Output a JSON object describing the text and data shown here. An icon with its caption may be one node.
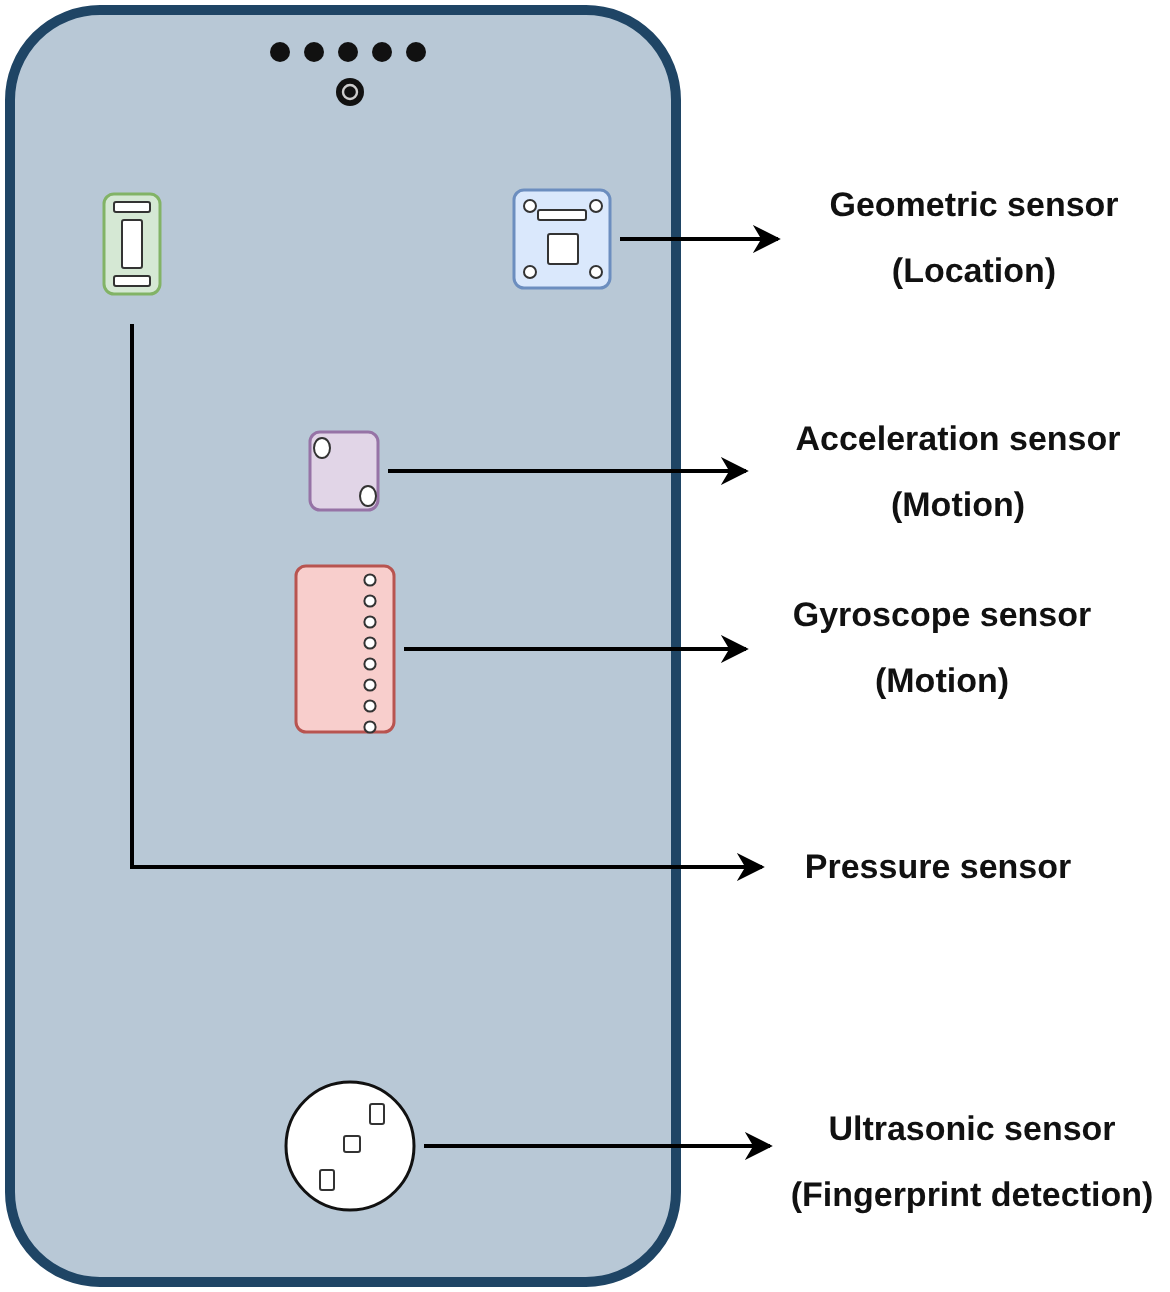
{
  "diagram": {
    "nodes": [
      {
        "text": [],
        "shape": "box"
      },
      {
        "text": [],
        "shape": "box"
      },
      {
        "text": [
          "Geometric sensor (Location)"
        ]
      },
      {
        "text": [],
        "shape": "box"
      },
      {
        "text": [
          "Acceleration sensor (Motion)"
        ]
      },
      {
        "text": [],
        "shape": "box"
      },
      {
        "text": [
          "Gyroscope sensor (Motion)"
        ]
      },
      {
        "text": [
          "Pressure sensor"
        ]
      },
      {
        "text": [],
        "shape": "circle"
      },
      {
        "text": [
          "Ultrasonic sensor (Fingerprint detection)"
        ]
      }
    ],
    "edges": [
      {
        "from": 1,
        "to": 2,
        "arrow": "to"
      },
      {
        "from": 3,
        "to": 4,
        "arrow": "to"
      },
      {
        "from": 5,
        "to": 6,
        "arrow": "to"
      },
      {
        "from": 0,
        "to": 7,
        "arrow": "to"
      },
      {
        "from": 8,
        "to": 9,
        "arrow": "to"
      }
    ]
  }
}
